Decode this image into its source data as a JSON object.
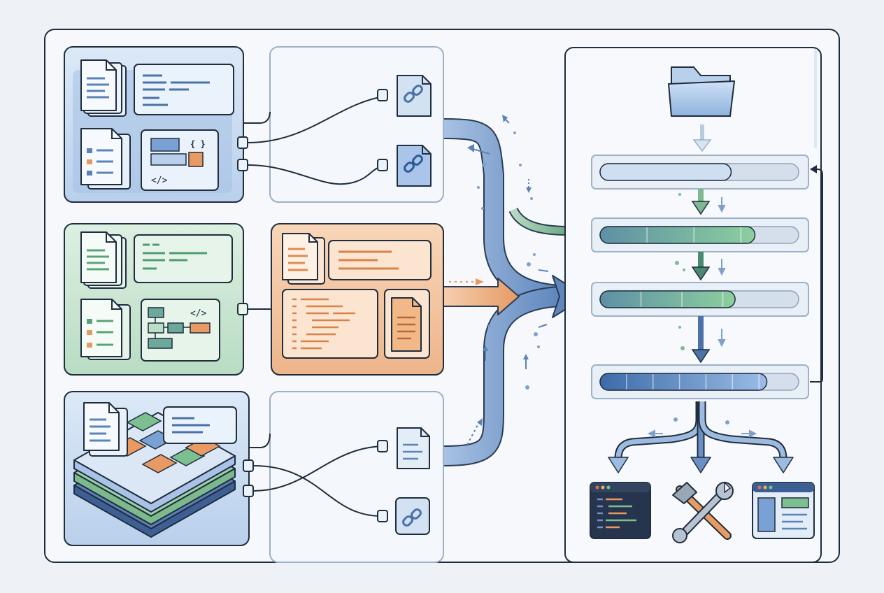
{
  "colors": {
    "background": "#eef2f6",
    "outline": "#1f2d3d",
    "blue_fill": "#cfe0f3",
    "blue_accent": "#5b83b8",
    "green_fill": "#cfe8d6",
    "green_accent": "#74b88a",
    "orange_fill": "#f4c9a6",
    "orange_accent": "#e59a62",
    "dark_blue": "#3c5f93",
    "flow_blue": "#6f93c4"
  },
  "icons": {
    "code_brackets": "{ }",
    "code_tag": "</>",
    "code_tag_green": "</>"
  },
  "diagram": {
    "sources": [
      {
        "name": "source-blue",
        "theme": "blue",
        "connector": "plug-pair-to-link-files"
      },
      {
        "name": "source-green",
        "theme": "green",
        "connector": "plug-to-processing-panel"
      },
      {
        "name": "source-stack",
        "theme": "layered-tiles",
        "connector": "crossed-plugs-to-files"
      }
    ],
    "pipeline": {
      "stages": [
        {
          "name": "stage-1",
          "progress": 0.66
        },
        {
          "name": "stage-2",
          "progress": 0.78
        },
        {
          "name": "stage-3",
          "progress": 0.68
        },
        {
          "name": "stage-4",
          "progress": 0.84
        }
      ],
      "outputs": [
        "code-editor-icon",
        "tools-icon",
        "browser-window-icon"
      ]
    }
  }
}
